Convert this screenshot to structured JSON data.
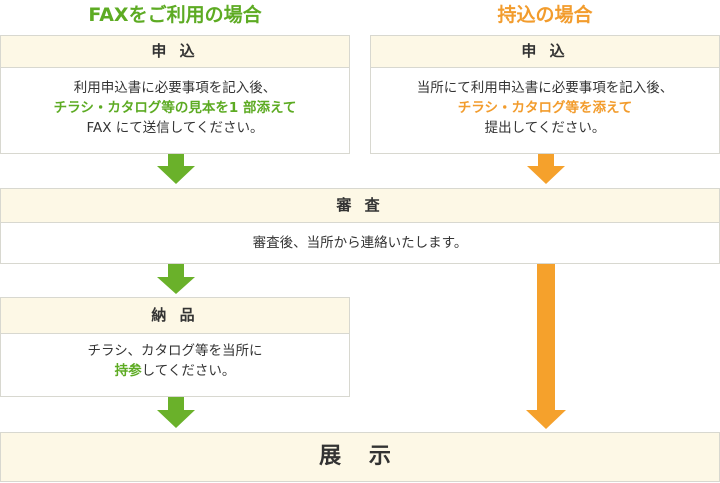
{
  "colors": {
    "green": "#6ab12a",
    "orange": "#f5a12c",
    "header_bg": "#fdf8e6",
    "border": "#d8d8d0"
  },
  "fax": {
    "title": "FAXをご利用の場合",
    "box_title": "申 込",
    "line1": "利用申込書に必要事項を記入後、",
    "line2_highlight": "チラシ・カタログ等の見本を1 部添えて",
    "line3": "FAX にて送信してください。"
  },
  "carry": {
    "title": "持込の場合",
    "box_title": "申 込",
    "line1": "当所にて利用申込書に必要事項を記入後、",
    "line2_highlight": "チラシ・カタログ等を添えて",
    "line3": "提出してください。"
  },
  "review": {
    "title": "審 査",
    "text": "審査後、当所から連絡いたします。"
  },
  "delivery": {
    "title": "納 品",
    "line1": "チラシ、カタログ等を当所に",
    "line2_highlight": "持参",
    "line2_rest": "してください。"
  },
  "exhibit": {
    "title": "展 示"
  }
}
